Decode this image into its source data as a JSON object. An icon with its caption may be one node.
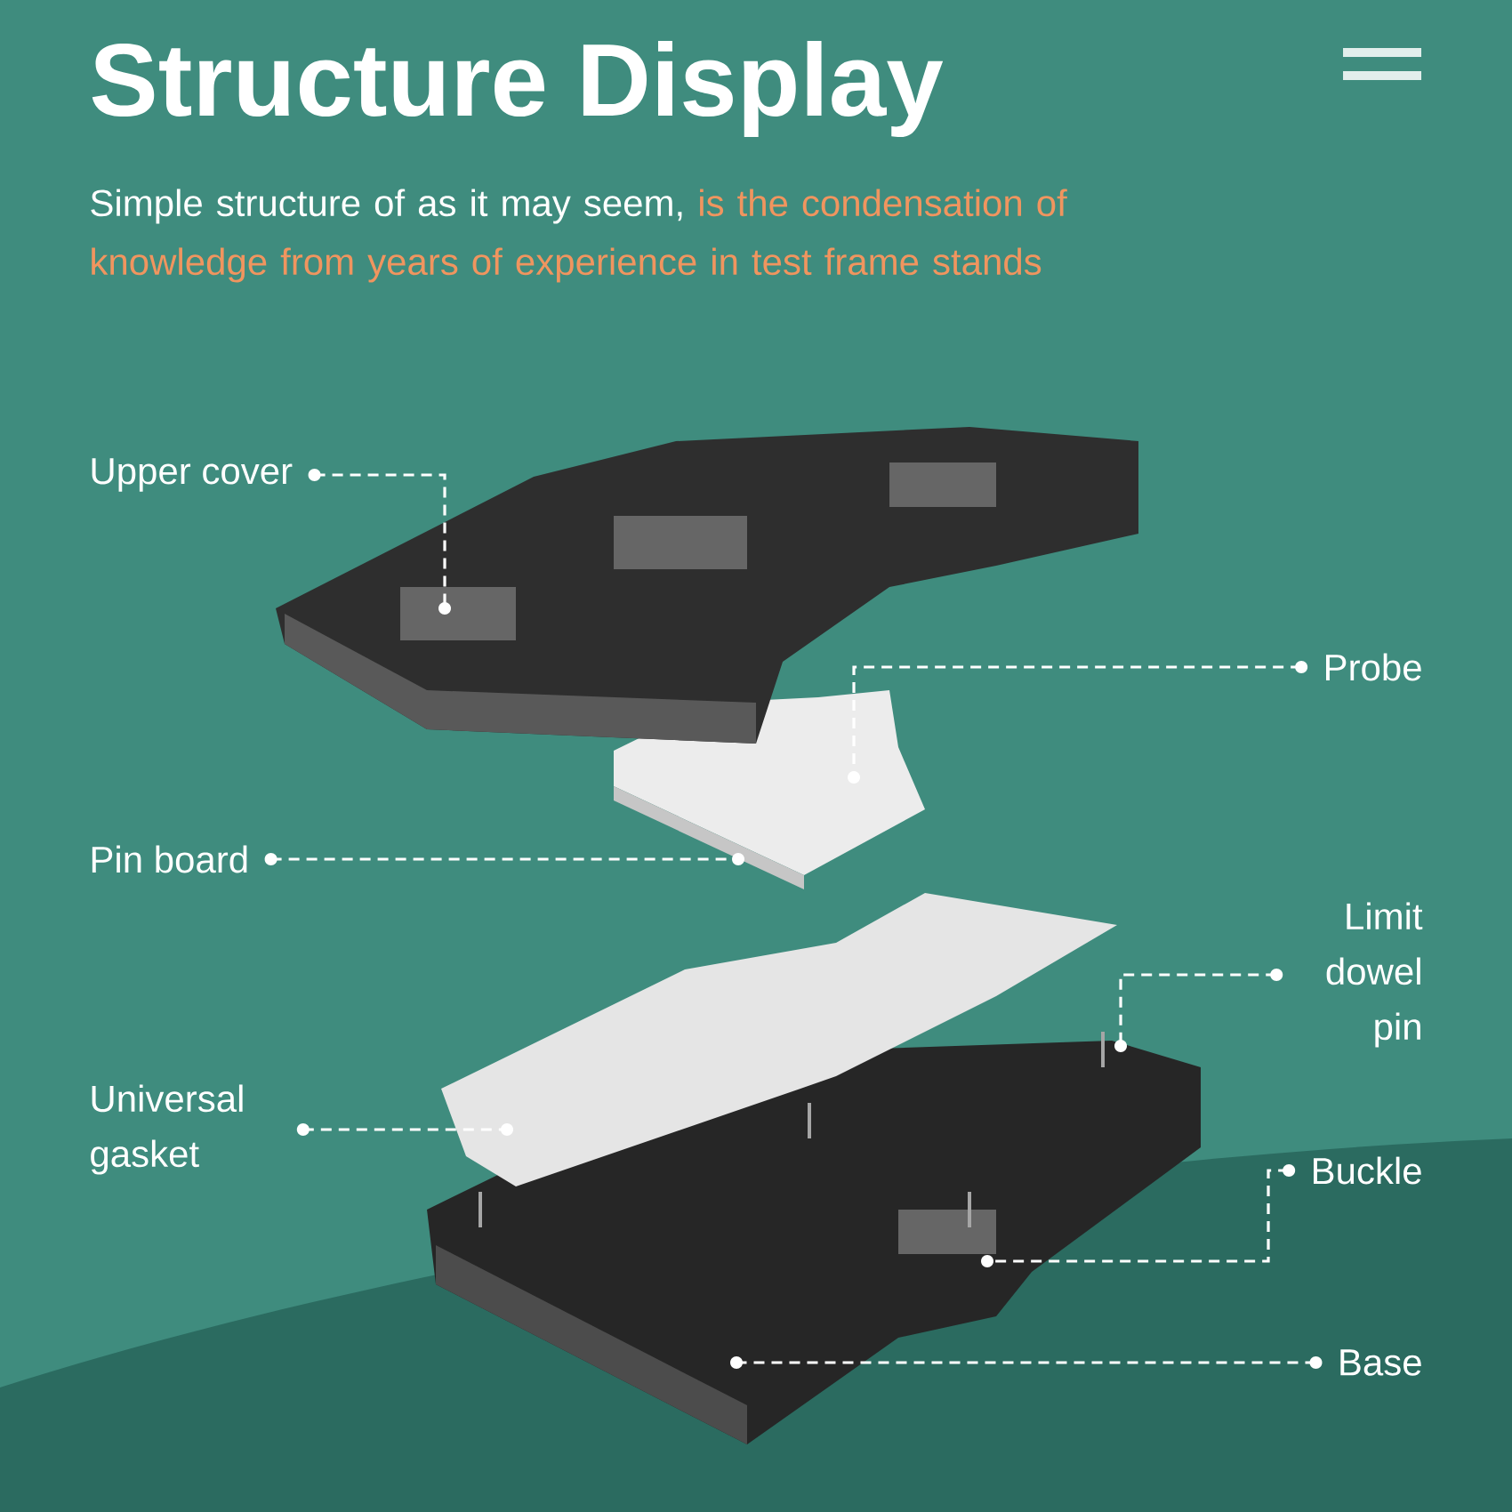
{
  "diagram": {
    "title": "Structure Display",
    "nodes": [
      {
        "text": [
          "Upper cover"
        ]
      },
      {
        "text": [
          "Probe"
        ]
      },
      {
        "text": [
          "Pin board"
        ]
      },
      {
        "text": [
          "Limit dowel pin"
        ]
      },
      {
        "text": [
          "Universal gasket"
        ]
      },
      {
        "text": [
          "Buckle"
        ]
      },
      {
        "text": [
          "Base"
        ]
      }
    ],
    "edges": [
      {
        "from": 0,
        "to": null,
        "arrow": "other",
        "style": "dashed"
      },
      {
        "from": 1,
        "to": null,
        "arrow": "other",
        "style": "dashed"
      },
      {
        "from": 2,
        "to": null,
        "arrow": "other",
        "style": "dashed"
      },
      {
        "from": 3,
        "to": null,
        "arrow": "other",
        "style": "dashed"
      },
      {
        "from": 4,
        "to": null,
        "arrow": "other",
        "style": "dashed"
      },
      {
        "from": 5,
        "to": null,
        "arrow": "other",
        "style": "dashed"
      },
      {
        "from": 6,
        "to": null,
        "arrow": "other",
        "style": "dashed"
      }
    ],
    "labels": [
      "Simple structure of as it may seem,",
      "is the condensation of knowledge from years of experience in test frame stands"
    ]
  }
}
